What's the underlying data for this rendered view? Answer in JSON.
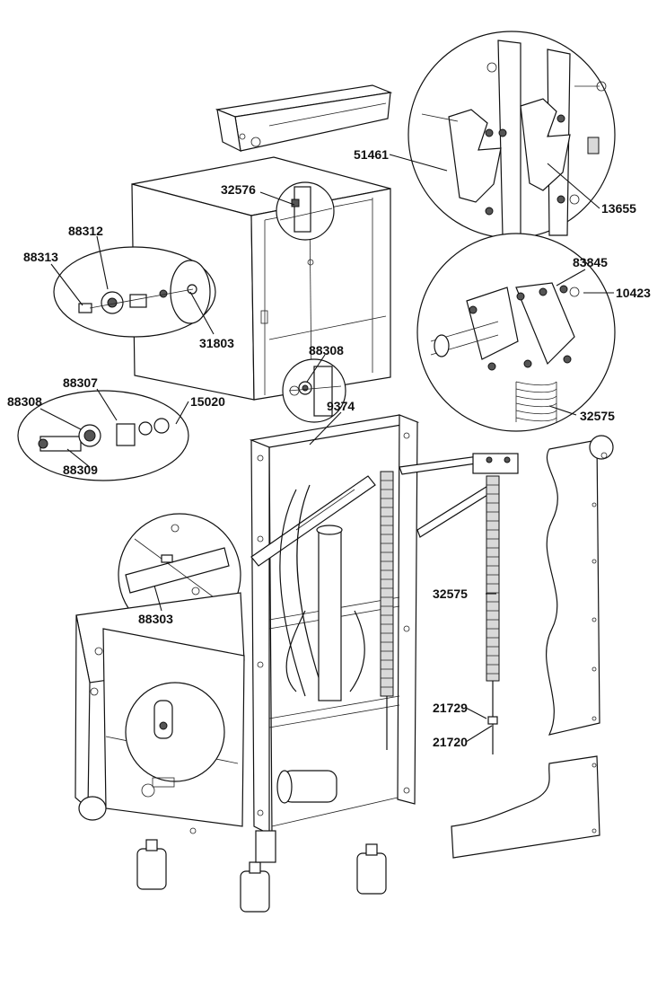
{
  "callouts": [
    {
      "id": "c-51461",
      "text": "51461"
    },
    {
      "id": "c-13655",
      "text": "13655"
    },
    {
      "id": "c-32576",
      "text": "32576"
    },
    {
      "id": "c-88312",
      "text": "88312"
    },
    {
      "id": "c-88313",
      "text": "88313"
    },
    {
      "id": "c-31803",
      "text": "31803"
    },
    {
      "id": "c-83845",
      "text": "83845"
    },
    {
      "id": "c-10423",
      "text": "10423"
    },
    {
      "id": "c-88308a",
      "text": "88308"
    },
    {
      "id": "c-88307",
      "text": "88307"
    },
    {
      "id": "c-88308b",
      "text": "88308"
    },
    {
      "id": "c-15020",
      "text": "15020"
    },
    {
      "id": "c-9374",
      "text": "9374"
    },
    {
      "id": "c-32575a",
      "text": "32575"
    },
    {
      "id": "c-88309",
      "text": "88309"
    },
    {
      "id": "c-32575b",
      "text": "32575"
    },
    {
      "id": "c-88303",
      "text": "88303"
    },
    {
      "id": "c-21729",
      "text": "21729"
    },
    {
      "id": "c-21720",
      "text": "21720"
    }
  ]
}
